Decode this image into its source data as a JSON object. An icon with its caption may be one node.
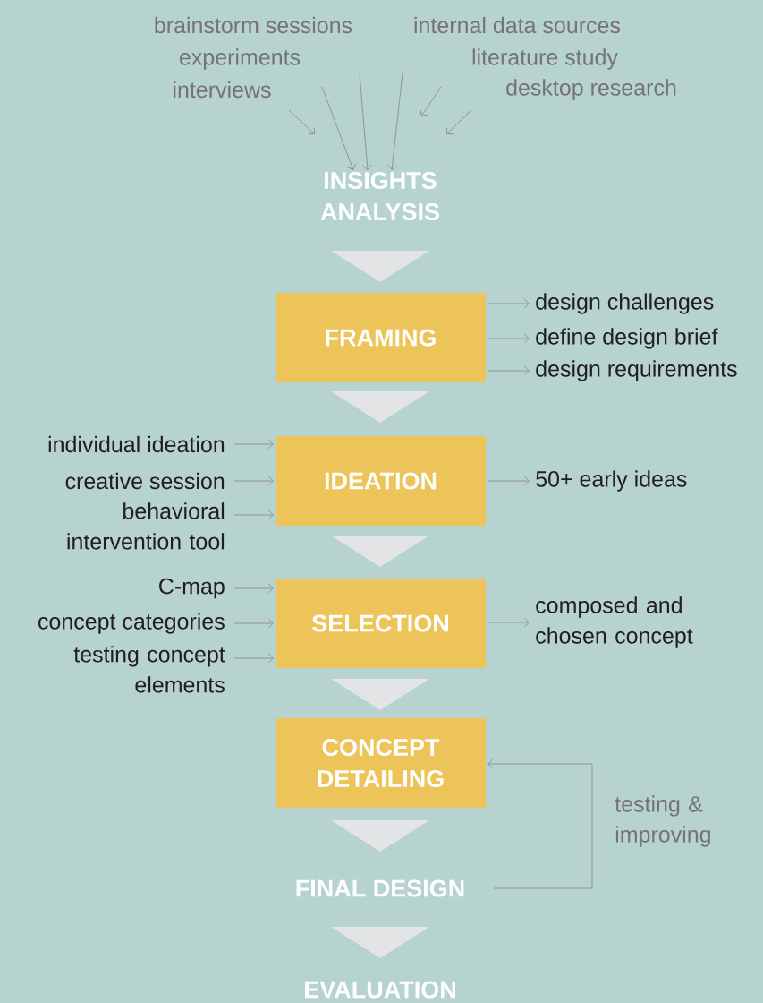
{
  "diagram": {
    "nodes": [
      {
        "text": [
          "brainstorm sessions"
        ]
      },
      {
        "text": [
          "internal data sources"
        ]
      },
      {
        "text": [
          "experiments"
        ]
      },
      {
        "text": [
          "literature study"
        ]
      },
      {
        "text": [
          "interviews"
        ]
      },
      {
        "text": [
          "desktop research"
        ]
      },
      {
        "text": [
          "INSIGHTS ANALYSIS"
        ]
      },
      {
        "text": [
          "FRAMING"
        ]
      },
      {
        "text": [
          "design challenges"
        ]
      },
      {
        "text": [
          "define design brief"
        ]
      },
      {
        "text": [
          "design requirements"
        ]
      },
      {
        "text": [
          "individual ideation"
        ]
      },
      {
        "text": [
          "creative session"
        ]
      },
      {
        "text": [
          "behavioral intervention tool"
        ]
      },
      {
        "text": [
          "IDEATION"
        ]
      },
      {
        "text": [
          "50+ early ideas"
        ]
      },
      {
        "text": [
          "C-map"
        ]
      },
      {
        "text": [
          "concept categories"
        ]
      },
      {
        "text": [
          "testing concept elements"
        ]
      },
      {
        "text": [
          "SELECTION"
        ]
      },
      {
        "text": [
          "composed and chosen concept"
        ]
      },
      {
        "text": [
          "CONCEPT DETAILING"
        ]
      },
      {
        "text": [
          "FINAL DESIGN"
        ]
      },
      {
        "text": [
          "EVALUATION"
        ]
      }
    ],
    "edges": [
      {
        "from": 4,
        "to": 6,
        "arrow": "to"
      },
      {
        "from": 2,
        "to": 6,
        "arrow": "to"
      },
      {
        "from": 0,
        "to": 6,
        "arrow": "to"
      },
      {
        "from": 1,
        "to": 6,
        "arrow": "to"
      },
      {
        "from": 3,
        "to": 6,
        "arrow": "to"
      },
      {
        "from": 5,
        "to": 6,
        "arrow": "to"
      },
      {
        "from": 6,
        "to": 7,
        "arrow": "to",
        "style": "thick",
        "color": "#e3e4e6"
      },
      {
        "from": 7,
        "to": 8,
        "arrow": "to"
      },
      {
        "from": 7,
        "to": 9,
        "arrow": "to"
      },
      {
        "from": 7,
        "to": 10,
        "arrow": "to"
      },
      {
        "from": 7,
        "to": 14,
        "arrow": "to",
        "style": "thick",
        "color": "#e3e4e6"
      },
      {
        "from": 11,
        "to": 14,
        "arrow": "to"
      },
      {
        "from": 12,
        "to": 14,
        "arrow": "to"
      },
      {
        "from": 13,
        "to": 14,
        "arrow": "to"
      },
      {
        "from": 14,
        "to": 15,
        "arrow": "to"
      },
      {
        "from": 14,
        "to": 19,
        "arrow": "to",
        "style": "thick",
        "color": "#e3e4e6"
      },
      {
        "from": 16,
        "to": 19,
        "arrow": "to"
      },
      {
        "from": 17,
        "to": 19,
        "arrow": "to"
      },
      {
        "from": 18,
        "to": 19,
        "arrow": "to"
      },
      {
        "from": 19,
        "to": 20,
        "arrow": "to"
      },
      {
        "from": 19,
        "to": 21,
        "arrow": "to",
        "style": "thick",
        "color": "#e3e4e6"
      },
      {
        "from": 21,
        "to": 22,
        "arrow": "to",
        "style": "thick",
        "color": "#e3e4e6"
      },
      {
        "from": 22,
        "to": 21,
        "arrow": "to",
        "label": "testing & improving"
      },
      {
        "from": 22,
        "to": 23,
        "arrow": "to",
        "style": "thick",
        "color": "#e3e4e6"
      }
    ]
  }
}
